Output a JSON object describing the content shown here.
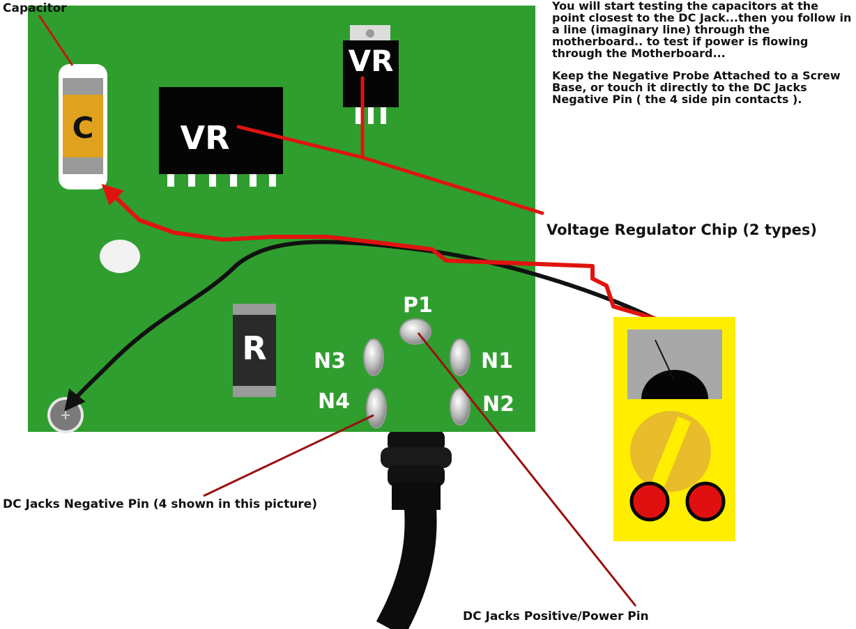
{
  "labels": {
    "capacitor": "Capacitor",
    "instructions_1": "You will start testing the capacitors at the point closest to the DC Jack...then you follow in a line (imaginary line) through the motherboard.. to test if power is flowing through the Motherboard...",
    "instructions_2": "Keep the Negative Probe Attached to a Screw Base, or touch it directly to the DC Jacks Negative Pin ( the 4 side pin contacts ).",
    "voltage_regulator": "Voltage Regulator Chip (2 types)",
    "negative_pin": "DC Jacks Negative Pin (4 shown in this picture)",
    "positive_pin": "DC Jacks Positive/Power Pin"
  },
  "components": {
    "capacitor_letter": "C",
    "resistor_letter": "R",
    "vr_small": "VR",
    "vr_large": "VR"
  },
  "pins": {
    "p1": "P1",
    "n1": "N1",
    "n2": "N2",
    "n3": "N3",
    "n4": "N4"
  },
  "colors": {
    "board": "#2f9e2f",
    "probe_positive": "#e0140f",
    "probe_negative": "#111111",
    "leader_line": "#9a1010",
    "multimeter": "#ffee00",
    "capacitor_body": "#e0a21e"
  }
}
